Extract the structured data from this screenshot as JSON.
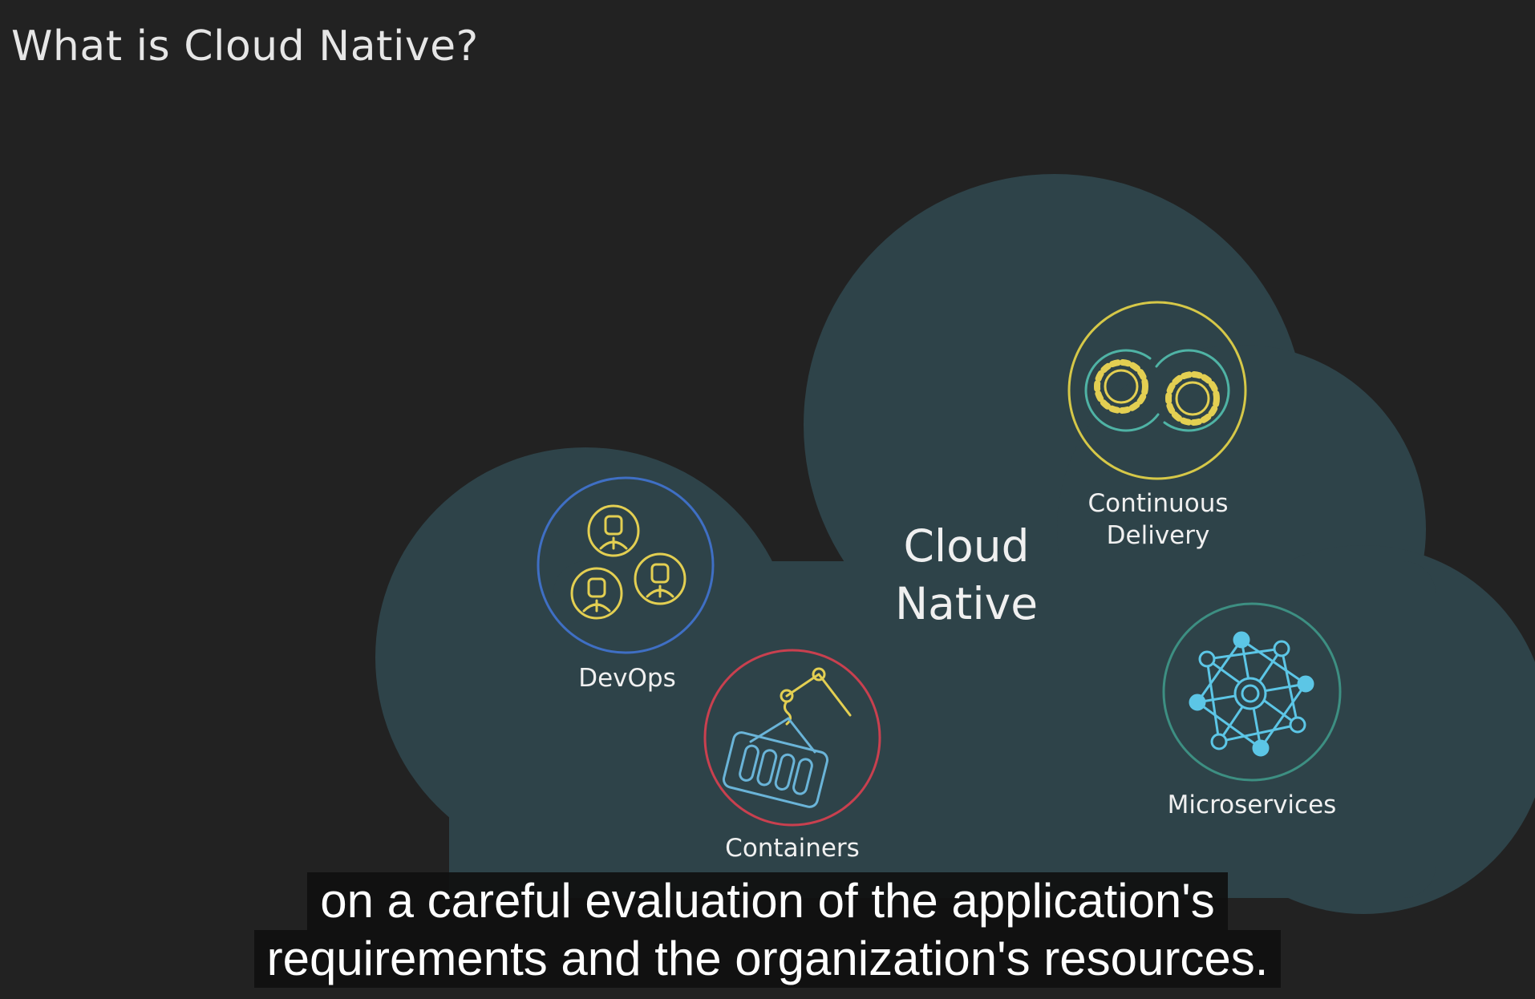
{
  "title": "What is Cloud Native?",
  "diagram": {
    "center_label_line1": "Cloud",
    "center_label_line2": "Native",
    "nodes": {
      "devops": {
        "label": "DevOps"
      },
      "containers": {
        "label": "Containers"
      },
      "continuous_delivery": {
        "label_line1": "Continuous",
        "label_line2": "Delivery"
      },
      "microservices": {
        "label": "Microservices"
      }
    },
    "colors": {
      "background": "#222222",
      "cloud": "#2e4349",
      "devops_ring": "#3f6fc4",
      "containers_ring": "#c9404f",
      "delivery_ring": "#d6c848",
      "microservices_ring": "#3d8f82",
      "icon_yellow": "#e3cf52",
      "icon_teal": "#4fb3a5",
      "icon_cyan": "#5cc6e6",
      "icon_blue": "#6ab4d8"
    }
  },
  "captions": {
    "line1": "on a careful evaluation of the application's",
    "line2": "requirements and the organization's resources."
  }
}
